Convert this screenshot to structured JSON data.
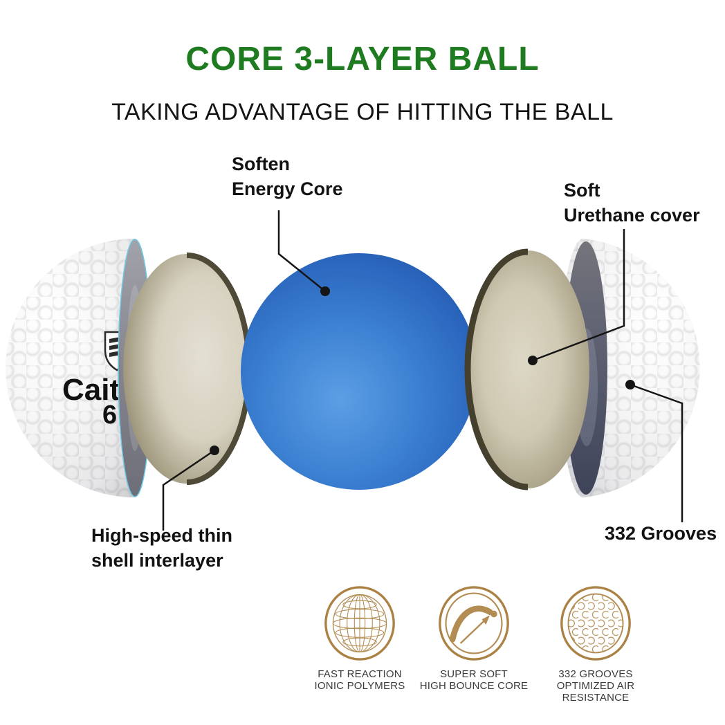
{
  "header": {
    "title": "CORE 3-LAYER BALL",
    "subtitle": "TAKING ADVANTAGE OF HITTING THE BALL"
  },
  "callouts": {
    "energy_core": {
      "line1": "Soften",
      "line2": "Energy Core"
    },
    "urethane_cover": {
      "line1": "Soft",
      "line2": "Urethane cover"
    },
    "interlayer": {
      "line1": "High-speed thin",
      "line2": "shell interlayer"
    },
    "grooves": {
      "label": "332 Grooves"
    }
  },
  "ball": {
    "brand": "Cait",
    "number": "6"
  },
  "features": [
    {
      "icon": "wireframe-globe-icon",
      "line1": "FAST REACTION",
      "line2": "IONIC POLYMERS"
    },
    {
      "icon": "bounce-arc-icon",
      "line1": "SUPER SOFT",
      "line2": "HIGH BOUNCE CORE"
    },
    {
      "icon": "dimpled-ball-icon",
      "line1": "332 GROOVES",
      "line2": "OPTIMIZED AIR RESISTANCE"
    }
  ],
  "colors": {
    "title_green": "#1f7b1f",
    "core_blue": "#2f6fc8",
    "interlayer_tan": "#cfc9b2",
    "icon_gold": "#b28c52",
    "caption_gray": "#3a3a3a"
  }
}
